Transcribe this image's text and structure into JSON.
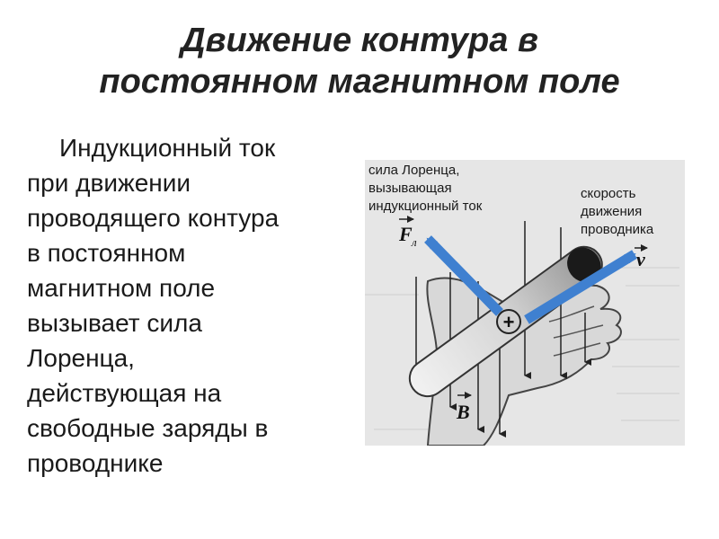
{
  "slide": {
    "title_lines": [
      "Движение контура в",
      "постоянном магнитном поле"
    ],
    "body_lines": [
      "Индукционный ток",
      "при движении",
      "проводящего контура",
      "в постоянном",
      "магнитном поле",
      "вызывает сила",
      "Лоренца,",
      "действующая на",
      "свободные заряды в",
      "проводнике"
    ]
  },
  "figure": {
    "lorentz_caption": [
      "сила Лоренца,",
      "вызывающая",
      "индукционный ток"
    ],
    "speed_caption": [
      "скорость",
      "движения",
      "проводника"
    ],
    "force_symbol": "F",
    "force_subscript": "л",
    "velocity_symbol": "v",
    "field_symbol": "B",
    "charge_symbol": "+",
    "colors": {
      "arrow": "#3f80d0",
      "background": "#e6e6e6"
    }
  }
}
